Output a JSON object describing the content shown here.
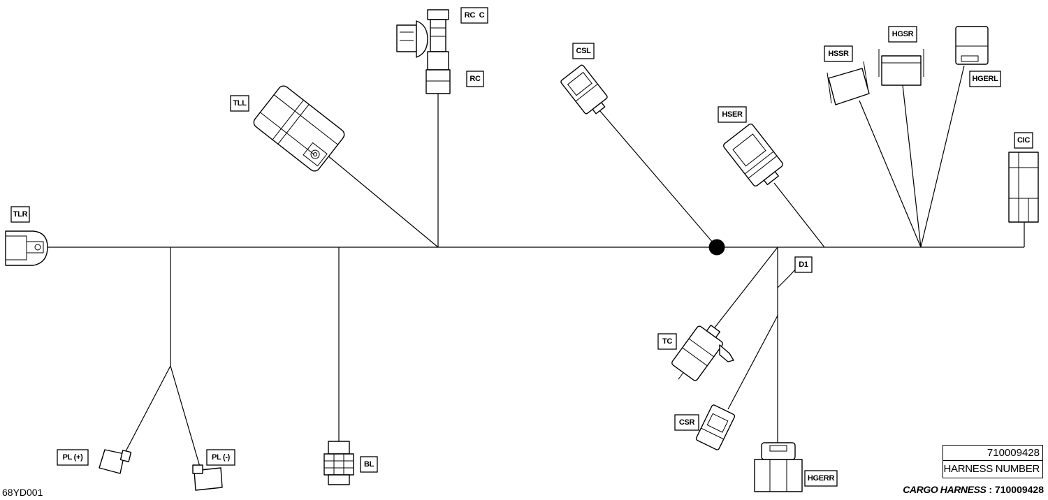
{
  "diagram": {
    "connectors": {
      "tlr": "TLR",
      "tll": "TLL",
      "rcc": "RC  C",
      "rc": "RC",
      "csl": "CSL",
      "hser": "HSER",
      "hssr": "HSSR",
      "hgsr": "HGSR",
      "hgerl": "HGERL",
      "cic": "CIC",
      "d1": "D1",
      "tc": "TC",
      "csr": "CSR",
      "hgerr": "HGERR",
      "bl": "BL",
      "pl_plus": "PL (+)",
      "pl_minus": "PL (-)"
    },
    "harness_number_value": "710009428",
    "harness_number_caption": "HARNESS NUMBER",
    "cargo_label": "CARGO HARNESS",
    "cargo_separator": ":",
    "cargo_value": "710009428",
    "figure_code": "68YD001"
  }
}
